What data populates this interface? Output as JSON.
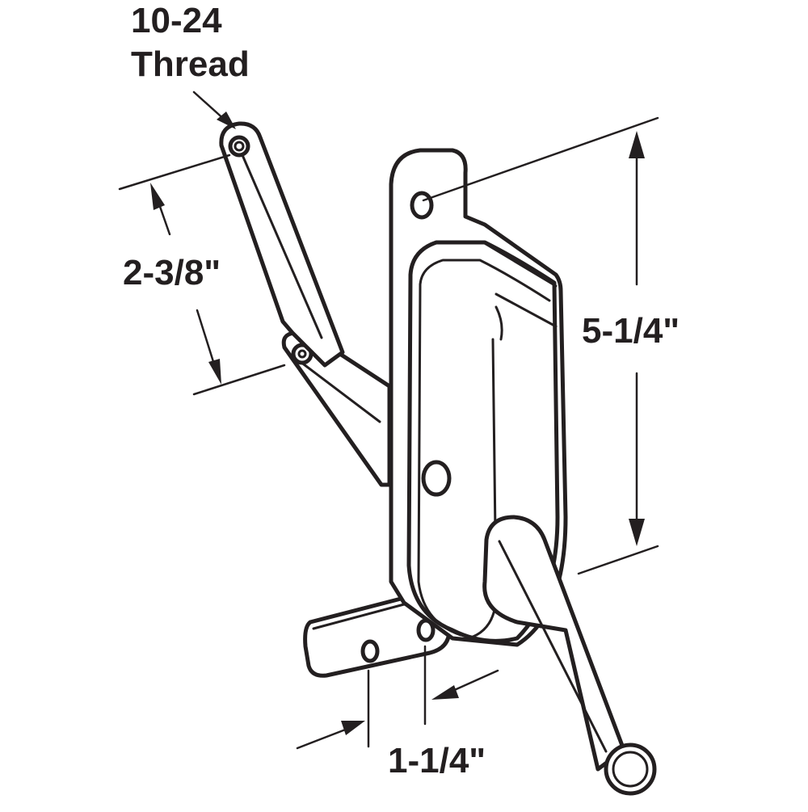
{
  "labels": {
    "thread_line1": "10-24",
    "thread_line2": "Thread",
    "arm_spacing": "2-3/8\"",
    "height": "5-1/4\"",
    "foot_spacing": "1-1/4\""
  },
  "colors": {
    "ink": "#231f20",
    "background": "#ffffff"
  }
}
